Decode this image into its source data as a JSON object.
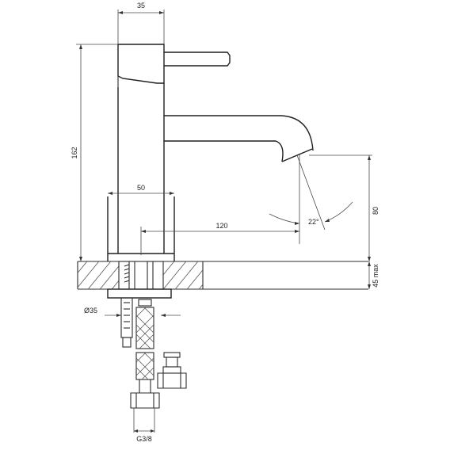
{
  "dimensions": {
    "top_width": "35",
    "total_height": "162",
    "base_width": "50",
    "spout_reach": "120",
    "spout_height": "80",
    "angle": "22°",
    "counter_thickness": "45 max",
    "hole_diameter": "Ø35",
    "connection": "G3/8"
  }
}
